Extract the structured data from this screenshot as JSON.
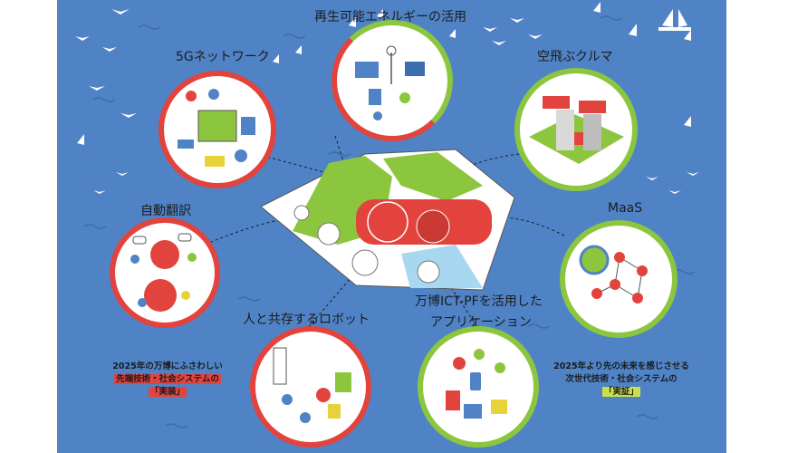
{
  "labels": {
    "renewable": "再生可能エネルギーの活用",
    "five_g": "5Gネットワーク",
    "flying_car": "空飛ぶクルマ",
    "translation": "自動翻訳",
    "maas": "MaaS",
    "robot": "人と共存するロボット",
    "ict_line1": "万博ICT-PFを活用した",
    "ict_line2": "アプリケーション"
  },
  "left_caption": {
    "line1": "2025年の万博にふさわしい",
    "line2": "先端技術・社会システムの",
    "line3": "「実装」"
  },
  "right_caption": {
    "line1": "2025年より先の未来を感じさせる",
    "line2": "次世代技術・社会システムの",
    "line3": "「実証」"
  },
  "colors": {
    "sea": "#4f83c6",
    "red": "#e2433d",
    "green": "#8cc63f",
    "highlight_green": "#c8e04a"
  }
}
